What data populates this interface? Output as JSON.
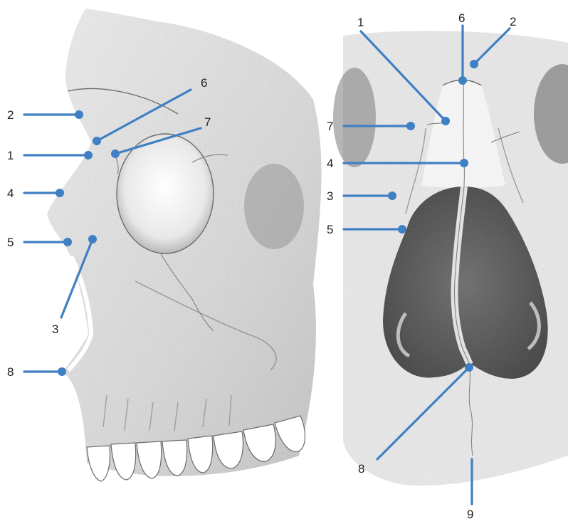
{
  "colors": {
    "leader": "#3f7fc4",
    "label_text": "#222222",
    "bone_shade": "#9a9a9a",
    "nasal_cavity": "#4a4a4a"
  },
  "left_panel": {
    "labels": [
      {
        "id": "left-1",
        "text": "1"
      },
      {
        "id": "left-2",
        "text": "2"
      },
      {
        "id": "left-3",
        "text": "3"
      },
      {
        "id": "left-4",
        "text": "4"
      },
      {
        "id": "left-5",
        "text": "5"
      },
      {
        "id": "left-6",
        "text": "6"
      },
      {
        "id": "left-7",
        "text": "7"
      },
      {
        "id": "left-8",
        "text": "8"
      }
    ]
  },
  "right_panel": {
    "labels": [
      {
        "id": "right-1",
        "text": "1"
      },
      {
        "id": "right-2",
        "text": "2"
      },
      {
        "id": "right-3",
        "text": "3"
      },
      {
        "id": "right-4",
        "text": "4"
      },
      {
        "id": "right-5",
        "text": "5"
      },
      {
        "id": "right-6",
        "text": "6"
      },
      {
        "id": "right-7",
        "text": "7"
      },
      {
        "id": "right-8",
        "text": "8"
      },
      {
        "id": "right-9",
        "text": "9"
      }
    ]
  }
}
